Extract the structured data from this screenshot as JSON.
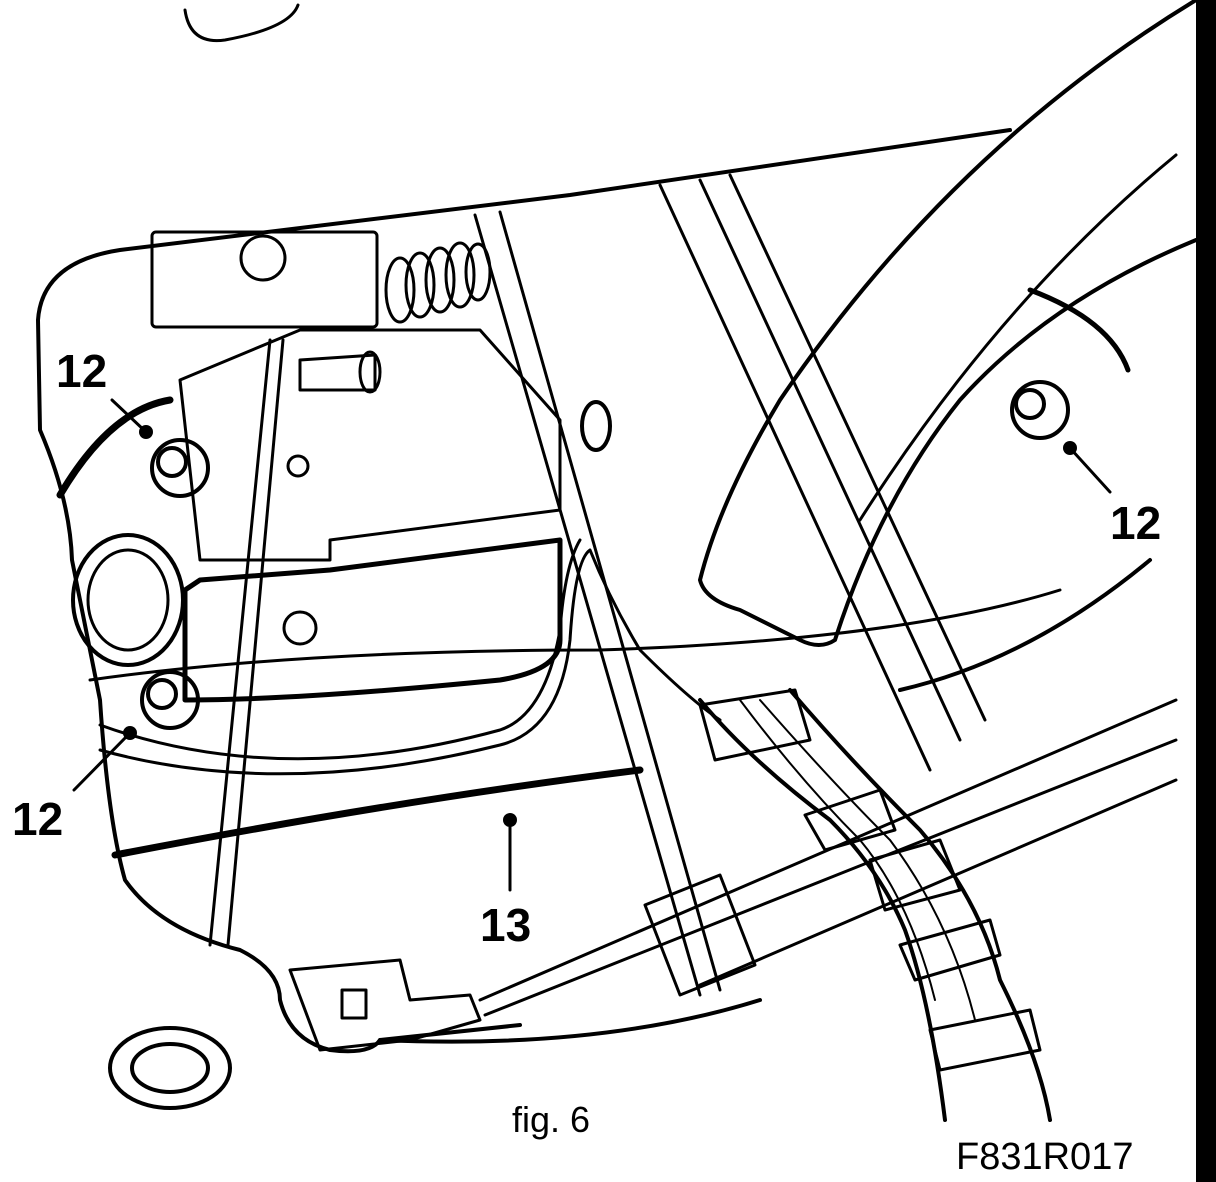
{
  "diagram": {
    "callouts": [
      "12",
      "12",
      "12",
      "13"
    ],
    "caption": "fig. 6",
    "figure_code": "F831R017",
    "colors": {
      "ink": "#000000",
      "paper": "#ffffff"
    }
  }
}
